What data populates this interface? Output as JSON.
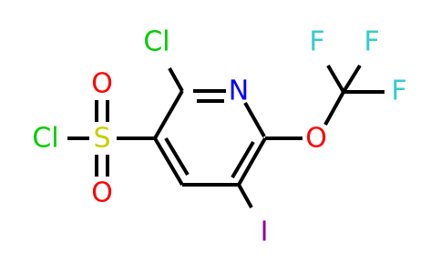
{
  "molecule": {
    "atoms": {
      "cl_top": {
        "label": "Cl",
        "color": "#00cc00"
      },
      "n_ring": {
        "label": "N",
        "color": "#0000ff"
      },
      "f_left": {
        "label": "F",
        "color": "#33cccc"
      },
      "f_right": {
        "label": "F",
        "color": "#33cccc"
      },
      "f_lower": {
        "label": "F",
        "color": "#33cccc"
      },
      "o_ether": {
        "label": "O",
        "color": "#ff0000"
      },
      "cl_sulfonyl": {
        "label": "Cl",
        "color": "#00cc00"
      },
      "s_sulfonyl": {
        "label": "S",
        "color": "#cccc00"
      },
      "o_sulfonyl_top": {
        "label": "O",
        "color": "#ff0000"
      },
      "o_sulfonyl_bottom": {
        "label": "O",
        "color": "#ff0000"
      },
      "i_iodo": {
        "label": "I",
        "color": "#940094"
      }
    },
    "colors": {
      "bond": "#000000"
    }
  }
}
